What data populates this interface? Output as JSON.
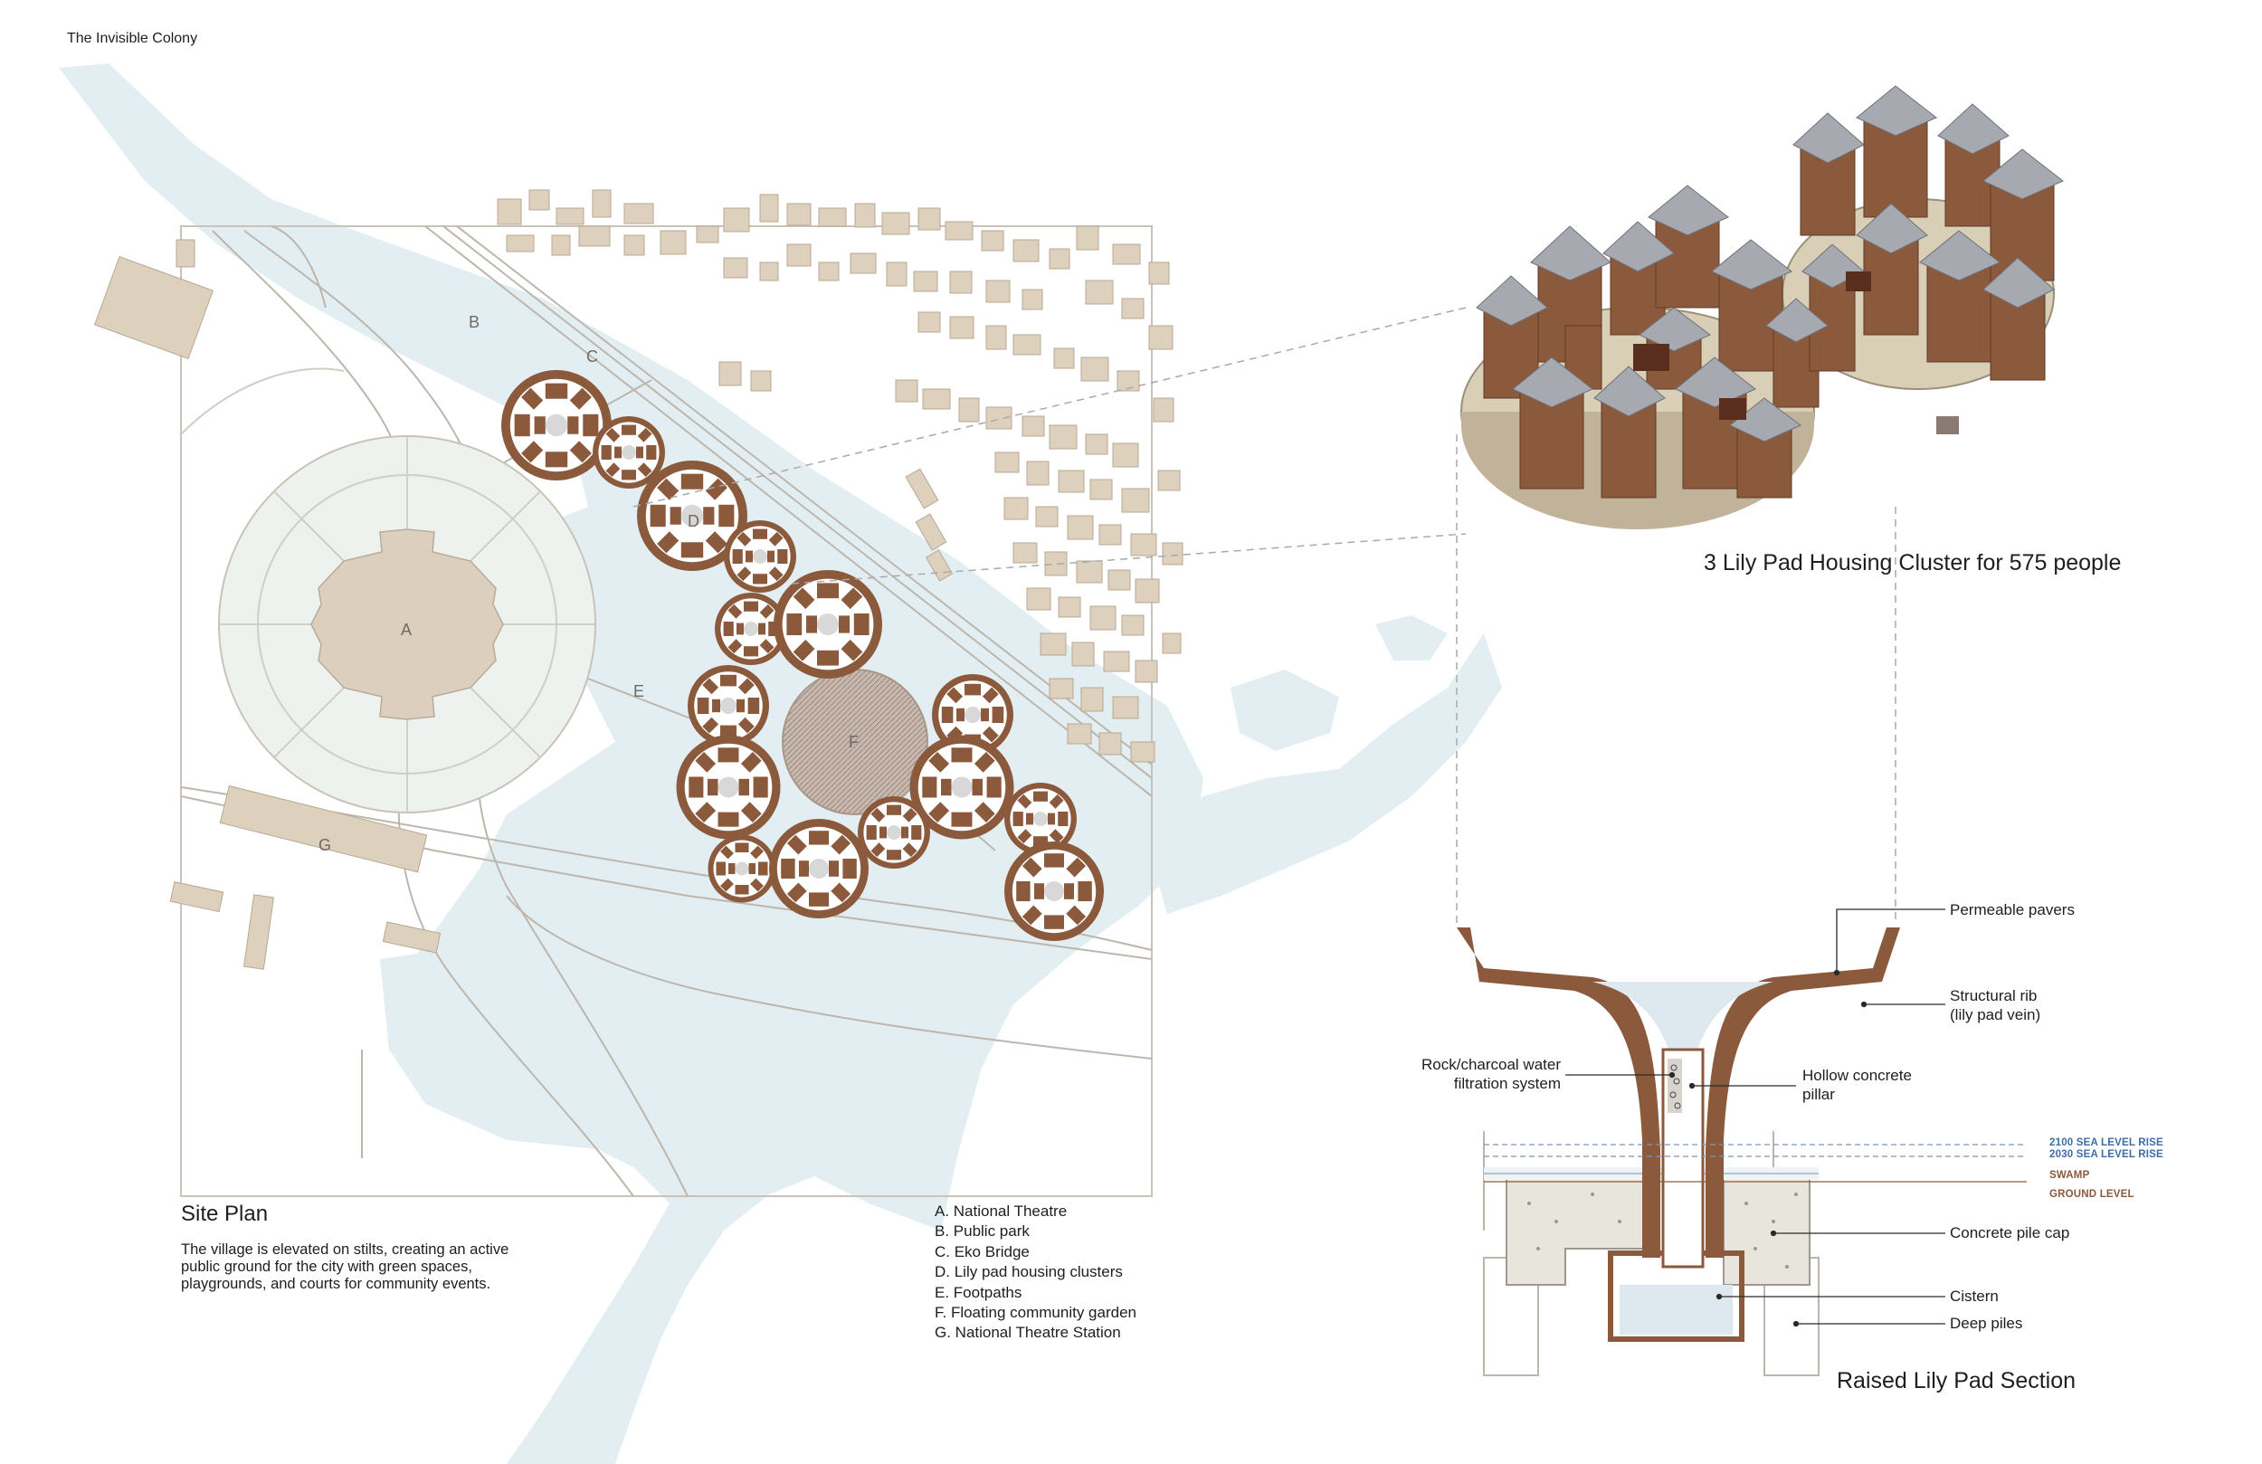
{
  "page": {
    "title": "The Invisible Colony"
  },
  "site_plan": {
    "title": "Site Plan",
    "description": "The village is elevated on stilts, creating an active public ground for the city with green spaces, playgrounds, and courts for community events.",
    "map_labels": {
      "a": "A",
      "b": "B",
      "c": "C",
      "d": "D",
      "e": "E",
      "f": "F",
      "g": "G"
    },
    "legend": [
      "A. National Theatre",
      "B. Public park",
      "C. Eko Bridge",
      "D. Lily pad housing clusters",
      "E. Footpaths",
      "F. Floating community garden",
      "G. National Theatre Station"
    ]
  },
  "cluster": {
    "caption": "3 Lily Pad Housing Cluster for 575 people"
  },
  "section": {
    "caption": "Raised Lily Pad Section",
    "callouts": {
      "permeable_pavers": "Permeable pavers",
      "structural_rib_1": "Structural rib",
      "structural_rib_2": "(lily pad vein)",
      "filtration_1": "Rock/charcoal water",
      "filtration_2": "filtration system",
      "pillar_1": "Hollow concrete",
      "pillar_2": "pillar",
      "pile_cap": "Concrete pile cap",
      "cistern": "Cistern",
      "deep_piles": "Deep piles"
    },
    "levels": {
      "sea_2100": "2100 SEA LEVEL RISE",
      "sea_2030": "2030 SEA LEVEL RISE",
      "swamp": "SWAMP",
      "ground": "GROUND LEVEL"
    }
  },
  "colors": {
    "water": "#e3eef2",
    "building": "#ddd0bc",
    "lily_pad": "#8b5a3d",
    "roof": "#a7a9b0",
    "line": "#c9c2b8",
    "park": "#ecf0ed",
    "sea_level_text": "#3d6da6",
    "ground_level_text": "#8a5a3e"
  },
  "icons": {
    "lily_pad_marker": "lily-pad-icon"
  }
}
